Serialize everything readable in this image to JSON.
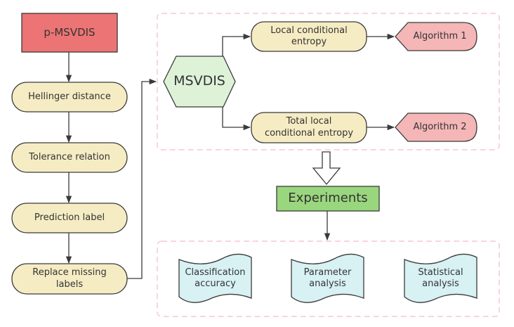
{
  "colors": {
    "start_fill": "#ec7474",
    "process_fill": "#f6ecc4",
    "hexagon_fill": "#def2d8",
    "algorithm_fill": "#f4b6b6",
    "experiments_fill": "#9ad67e",
    "document_fill": "#d8f1f3",
    "stroke": "#3a3a3a",
    "group_border": "#f7c6db"
  },
  "left_column": {
    "start": "p-MSVDIS",
    "steps": [
      "Hellinger distance",
      "Tolerance relation",
      "Prediction label",
      "Replace missing\nlabels"
    ]
  },
  "method_group": {
    "core": "MSVDIS",
    "branches": [
      {
        "measure": "Local conditional\nentropy",
        "algorithm": "Algorithm 1"
      },
      {
        "measure": "Total local\nconditional entropy",
        "algorithm": "Algorithm 2"
      }
    ]
  },
  "experiments": {
    "title": "Experiments",
    "outputs": [
      "Classification\naccuracy",
      "Parameter\nanalysis",
      "Statistical\nanalysis"
    ]
  }
}
